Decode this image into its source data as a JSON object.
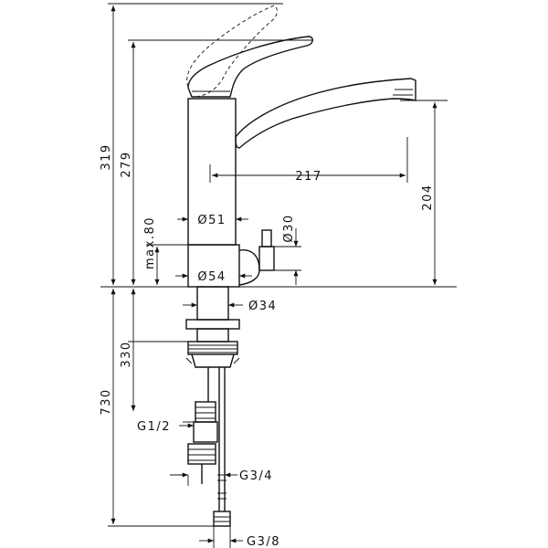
{
  "dimensions": {
    "total_height": "319",
    "height_to_lever": "279",
    "spout_reach": "217",
    "spout_height": "204",
    "body_diameter": "Ø51",
    "base_diameter": "Ø54",
    "knob_diameter": "Ø30",
    "max_thickness": "max.80",
    "shank_diameter": "Ø34",
    "shank_length": "330",
    "hose_length": "730",
    "thread_g12": "G1/2",
    "thread_g34": "G3/4",
    "thread_g38": "G3/8"
  }
}
